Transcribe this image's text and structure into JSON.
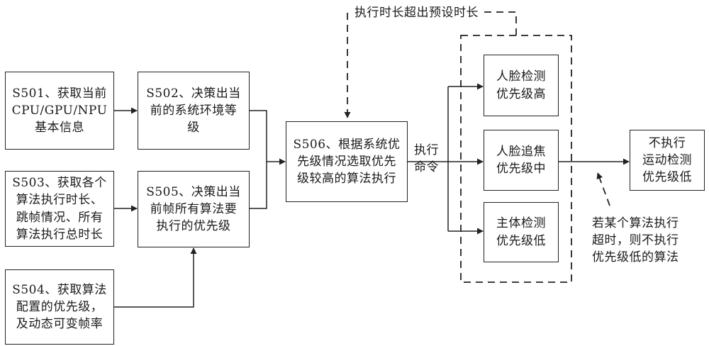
{
  "nodes": {
    "s501": "S501、获取当前\nCPU/GPU/NPU\n基本信息",
    "s502": "S502、决策出当\n前的系统环境等\n级",
    "s503": "S503、获取各个\n算法执行时长、\n跳帧情况、所有\n算法执行总时长",
    "s505": "S505、决策出当\n前帧所有算法要\n执行的优先级",
    "s504": "S504、获取算法\n配置的优先级，\n及动态可变帧率",
    "s506": "S506、根据系统优\n先级情况选取优先\n级较高的算法执行",
    "face_detect": "人脸检测\n优先级高",
    "face_track": "人脸追焦\n优先级中",
    "subject_detect": "主体检测\n优先级低",
    "motion": "不执行\n运动检测\n优先级低"
  },
  "labels": {
    "timeout": "执行时长超出预设时长",
    "command": "执行\n命令",
    "note": "若某个算法执行\n超时，则不执行\n优先级低的算法"
  },
  "colors": {
    "line": "#222222",
    "text": "#1a1a1a",
    "background": "#ffffff"
  }
}
